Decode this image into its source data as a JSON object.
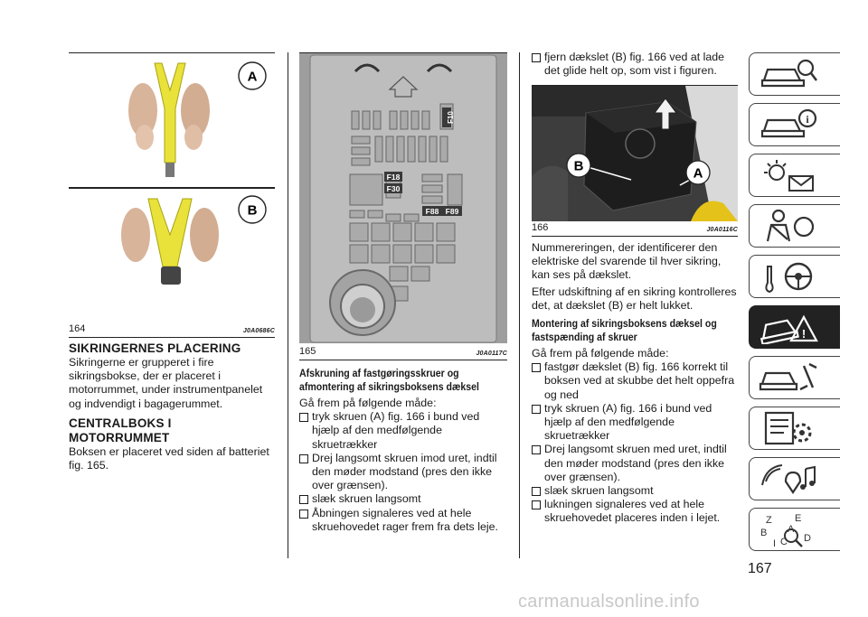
{
  "figures": {
    "fig164": {
      "number": "164",
      "code": "J0A0686C",
      "label_a": "A",
      "label_b": "B"
    },
    "fig165": {
      "number": "165",
      "code": "J0A0117C",
      "fuses": [
        "F10",
        "F18",
        "F30",
        "F88",
        "F89"
      ]
    },
    "fig166": {
      "number": "166",
      "code": "J0A0116C",
      "label_a": "A",
      "label_b": "B"
    }
  },
  "column1": {
    "heading1": "SIKRINGERNES PLACERING",
    "para1": "Sikringerne er grupperet i fire sikringsbokse, der er placeret i motorrummet, under instrumentpanelet og indvendigt i bagagerummet.",
    "heading2_line1": "CENTRALBOKS I",
    "heading2_line2": "MOTORRUMMET",
    "para2": "Boksen er placeret ved siden af batteriet fig. 165."
  },
  "column2": {
    "heading_line1": "Afskruning af fastgøringsskruer og",
    "heading_line2": "afmontering af sikringsboksens dæksel",
    "intro": "Gå frem på følgende måde:",
    "bullets": [
      "tryk skruen (A) fig. 166 i bund ved hjælp af den medfølgende skruetrækker",
      "Drej langsomt skruen imod uret, indtil den møder modstand (pres den ikke over grænsen).",
      "slæk skruen langsomt",
      "Åbningen signaleres ved at hele skruehovedet rager frem fra dets leje."
    ]
  },
  "column3": {
    "top_bullet": "fjern dækslet (B) fig. 166 ved at lade det glide helt op, som vist i figuren.",
    "para1": "Nummereringen, der identificerer den elektriske del svarende til hver sikring, kan ses på dækslet.",
    "para2": "Efter udskiftning af en sikring kontrolleres det, at dækslet (B) er helt lukket.",
    "heading_line1": "Montering af sikringsboksens dæksel og",
    "heading_line2": "fastspænding af skruer",
    "intro": "Gå frem på følgende måde:",
    "bullets": [
      "fastgør dækslet (B) fig. 166 korrekt til boksen ved at skubbe det helt oppefra og ned",
      "tryk skruen (A) fig. 166 i bund ved hjælp af den medfølgende skruetrækker",
      "Drej langsomt skruen med uret, indtil den møder modstand (pres den ikke over grænsen).",
      "slæk skruen langsomt",
      "lukningen signaleres ved at hele skruehovedet placeres inden i lejet."
    ]
  },
  "sidebar": {
    "tabs": [
      {
        "icon": "car-search-icon",
        "active": false
      },
      {
        "icon": "car-info-icon",
        "active": false
      },
      {
        "icon": "warning-lights-icon",
        "active": false
      },
      {
        "icon": "seatbelt-airbag-icon",
        "active": false
      },
      {
        "icon": "steering-wheel-icon",
        "active": false
      },
      {
        "icon": "car-breakdown-icon",
        "active": true
      },
      {
        "icon": "car-service-icon",
        "active": false
      },
      {
        "icon": "technical-data-icon",
        "active": false
      },
      {
        "icon": "multimedia-icon",
        "active": false
      },
      {
        "icon": "alphabetical-index-icon",
        "active": false
      }
    ],
    "index_letters": [
      "Z",
      "E",
      "A",
      "B",
      "C",
      "D",
      "I"
    ]
  },
  "page_number": "167",
  "watermark": "carmanualsonline.info",
  "colors": {
    "accent_dark": "#222222",
    "clip_yellow": "#e8e23a",
    "fuse_box_grey": "#b9b9b9"
  }
}
